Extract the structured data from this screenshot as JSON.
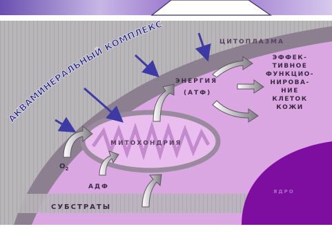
{
  "diagram": {
    "banner_label": "АКВАМИНЕРАЛЬНЫЙ КОМПЛЕКС",
    "cytoplasm_label": "ЦИТОПЛАЗМА",
    "mitochondria_label": "МИТОХОНДРИЯ",
    "energy_line1": "ЭНЕРГИЯ",
    "energy_line2": "(АТФ)",
    "effect_lines": [
      "ЭФФЕК-",
      "ТИВНОЕ",
      "ФУНКЦИО-",
      "НИРОВА-",
      "НИЕ",
      "КЛЕТОК",
      "КОЖИ"
    ],
    "o2_label": "O",
    "o2_subscript": "2",
    "adp_label": "АДФ",
    "substrates_label": "СУБСТРАТЫ",
    "nucleus_label": "ЯДРО",
    "colors": {
      "cytoplasm": "#dba7e3",
      "outer_membrane": "#8c7f90",
      "nucleus": "#7d0e9f",
      "mitochondria_fill": "#e9bdee",
      "arrow_blue": "#3d3aa6",
      "gray_band": "#b9b6ba"
    }
  }
}
